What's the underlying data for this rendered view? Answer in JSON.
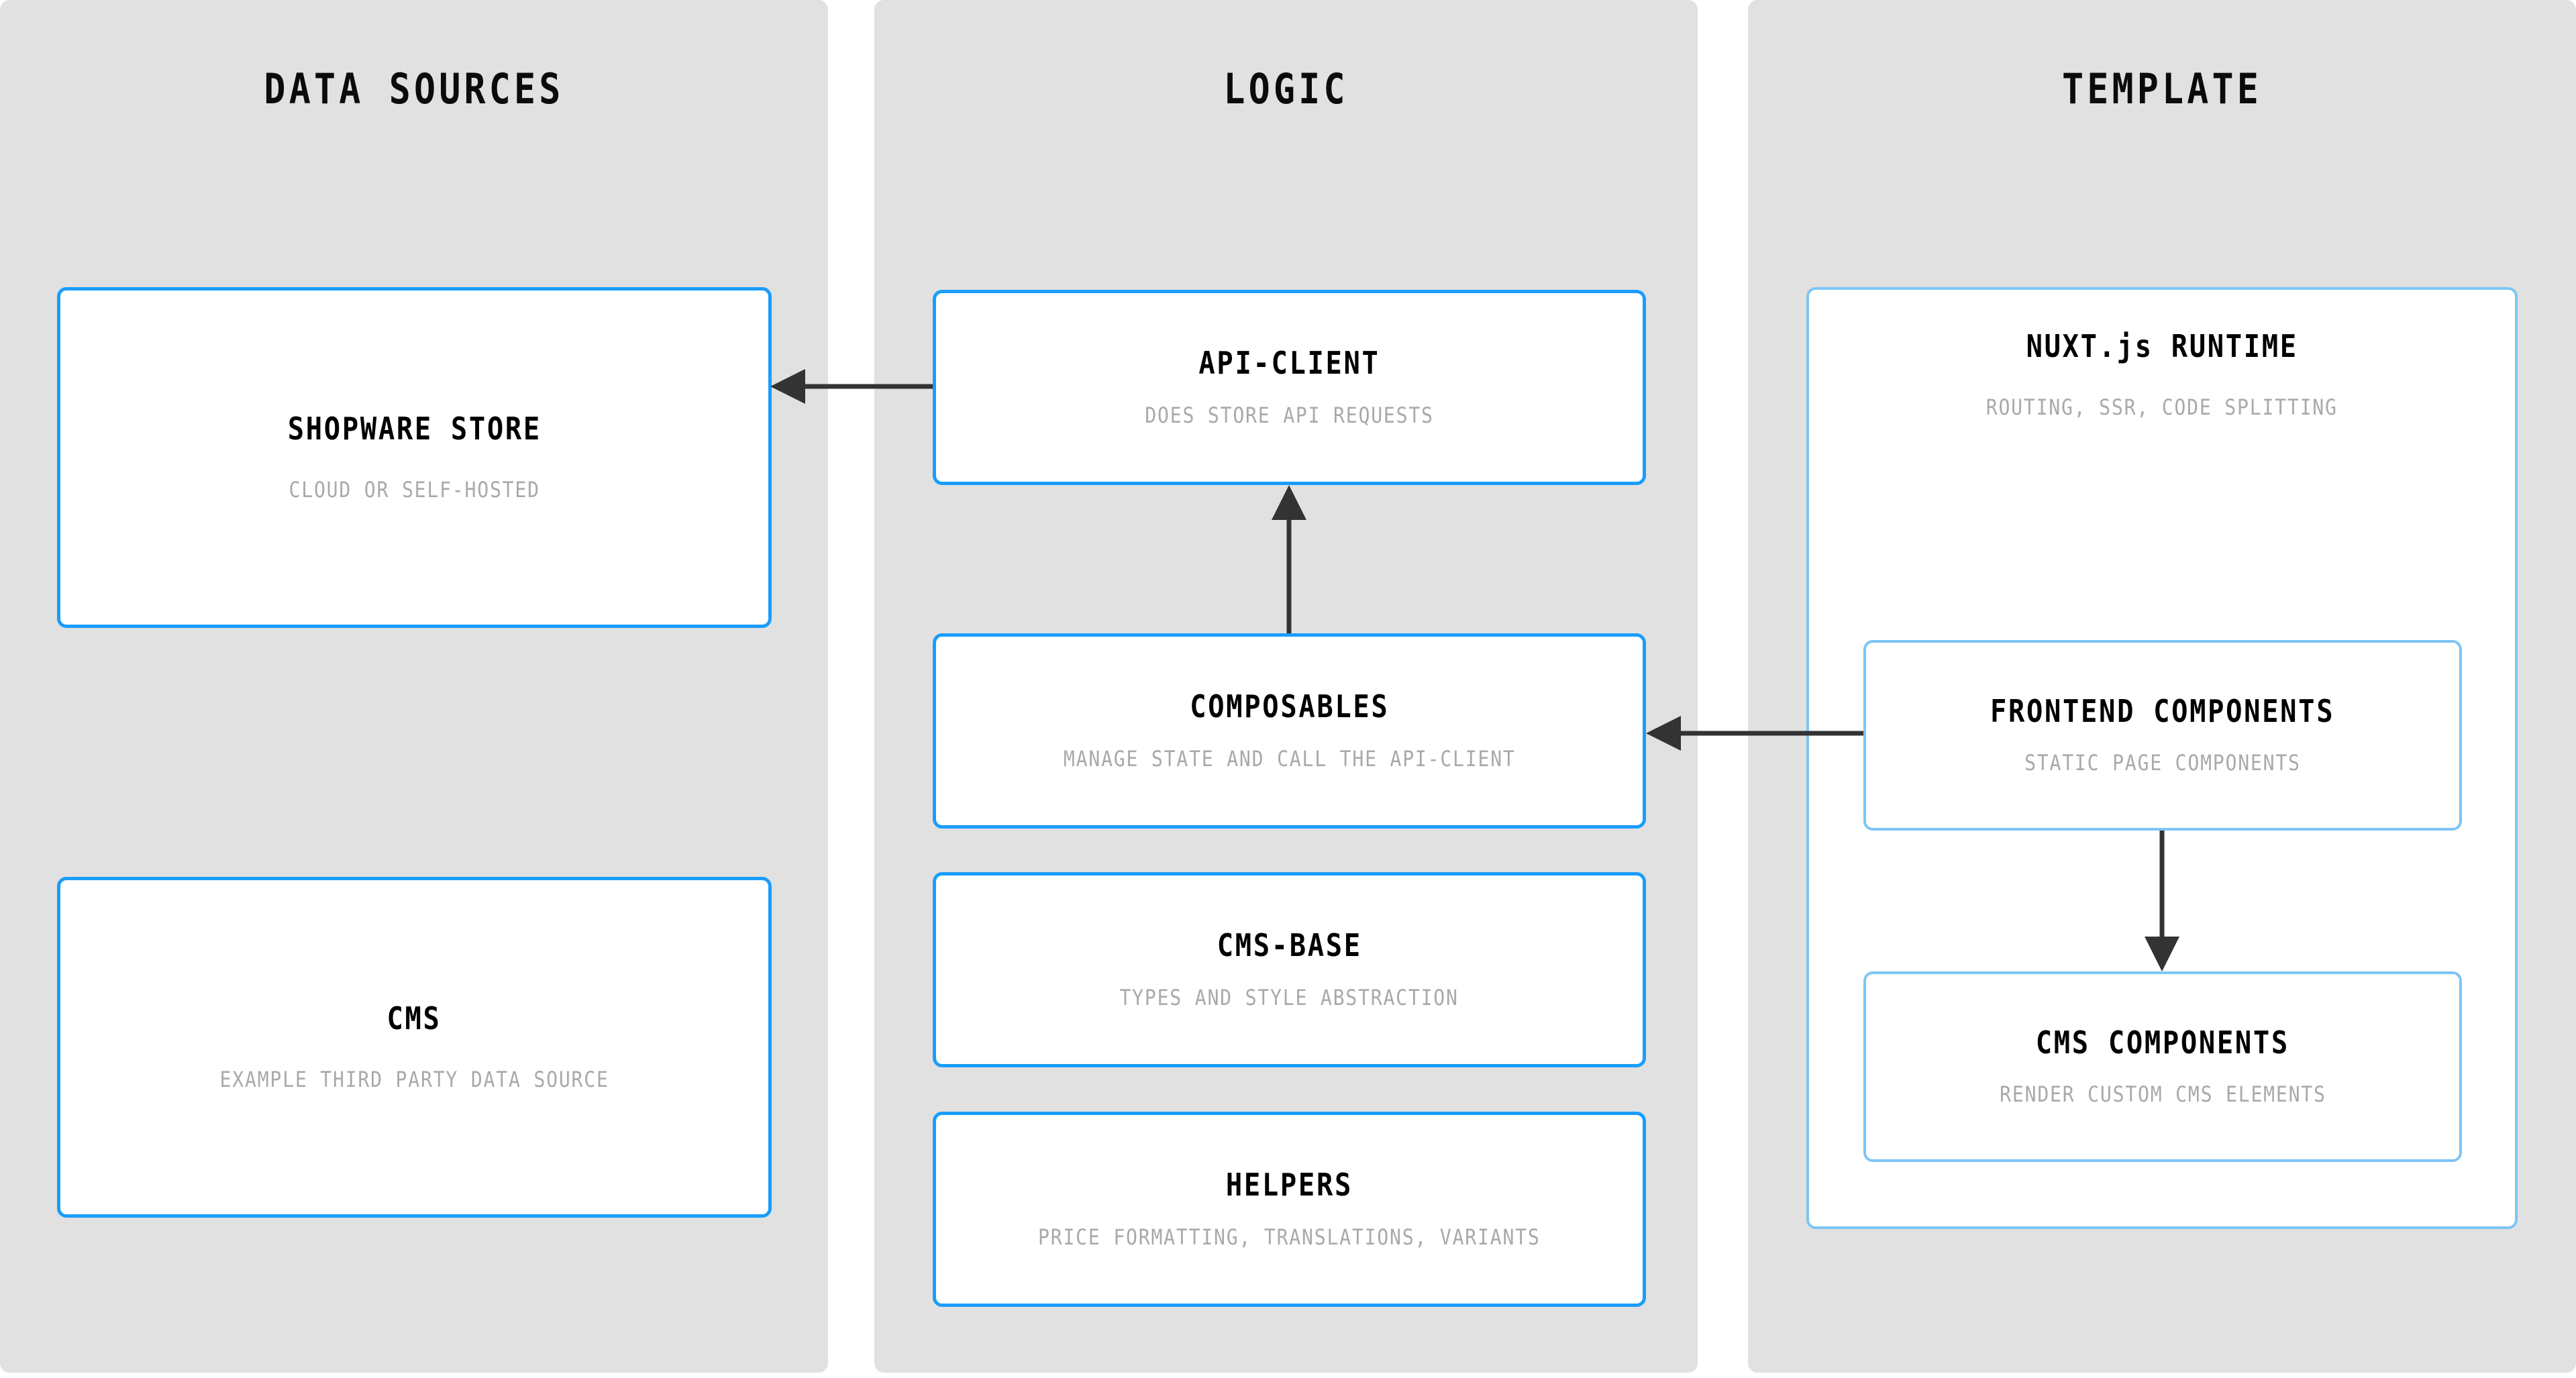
{
  "columns": [
    {
      "id": "data-sources",
      "title": "DATA SOURCES"
    },
    {
      "id": "logic",
      "title": "LOGIC"
    },
    {
      "id": "template",
      "title": "TEMPLATE"
    }
  ],
  "cards": {
    "shopware_store": {
      "title": "SHOPWARE STORE",
      "subtitle": "CLOUD OR SELF-HOSTED"
    },
    "cms": {
      "title": "CMS",
      "subtitle": "EXAMPLE THIRD PARTY DATA SOURCE"
    },
    "api_client": {
      "title": "API-CLIENT",
      "subtitle": "DOES STORE API REQUESTS"
    },
    "composables": {
      "title": "COMPOSABLES",
      "subtitle": "MANAGE STATE AND CALL THE API-CLIENT"
    },
    "cms_base": {
      "title": "CMS-BASE",
      "subtitle": "TYPES AND STYLE ABSTRACTION"
    },
    "helpers": {
      "title": "HELPERS",
      "subtitle": "PRICE FORMATTING, TRANSLATIONS, VARIANTS"
    },
    "nuxt_runtime": {
      "title": "NUXT.js RUNTIME",
      "subtitle": "ROUTING, SSR, CODE SPLITTING"
    },
    "frontend_components": {
      "title": "FRONTEND COMPONENTS",
      "subtitle": "STATIC PAGE COMPONENTS"
    },
    "cms_components": {
      "title": "CMS COMPONENTS",
      "subtitle": "RENDER CUSTOM CMS ELEMENTS"
    }
  },
  "arrows": [
    {
      "id": "api-client-to-shopware-store",
      "from": "api_client",
      "to": "shopware_store",
      "direction": "left"
    },
    {
      "id": "composables-to-api-client",
      "from": "composables",
      "to": "api_client",
      "direction": "up"
    },
    {
      "id": "frontend-components-to-composables",
      "from": "frontend_components",
      "to": "composables",
      "direction": "left"
    },
    {
      "id": "frontend-components-to-cms-components",
      "from": "frontend_components",
      "to": "cms_components",
      "direction": "down"
    }
  ],
  "colors": {
    "column_background": "#e1e1e1",
    "card_background": "#ffffff",
    "card_border": "#1a9dfb",
    "card_border_light": "#7dc5f5",
    "title_text": "#000000",
    "subtitle_text": "#a9a9a9",
    "arrow": "#333333"
  }
}
